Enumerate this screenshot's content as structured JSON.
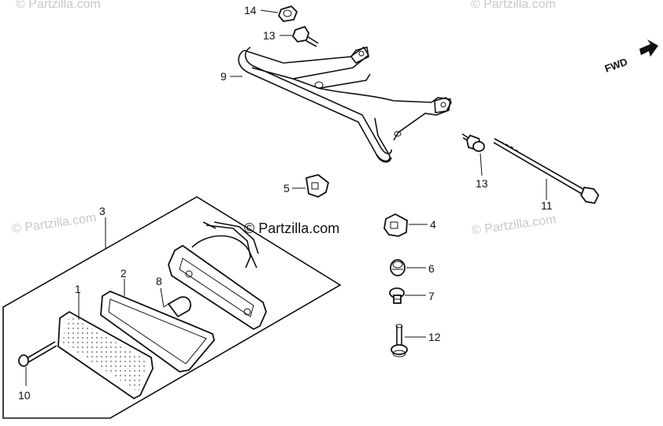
{
  "watermark": "© Partzilla.com",
  "brand": "© Partzilla.com",
  "direction_label": "FWD",
  "callouts": {
    "c1": "1",
    "c2": "2",
    "c3": "3",
    "c4": "4",
    "c5": "5",
    "c6": "6",
    "c7": "7",
    "c8": "8",
    "c9": "9",
    "c10": "10",
    "c11": "11",
    "c12": "12",
    "c13a": "13",
    "c13b": "13",
    "c14": "14"
  },
  "colors": {
    "ink": "#111111",
    "watermark": "#c9c9c9",
    "background": "#ffffff"
  }
}
